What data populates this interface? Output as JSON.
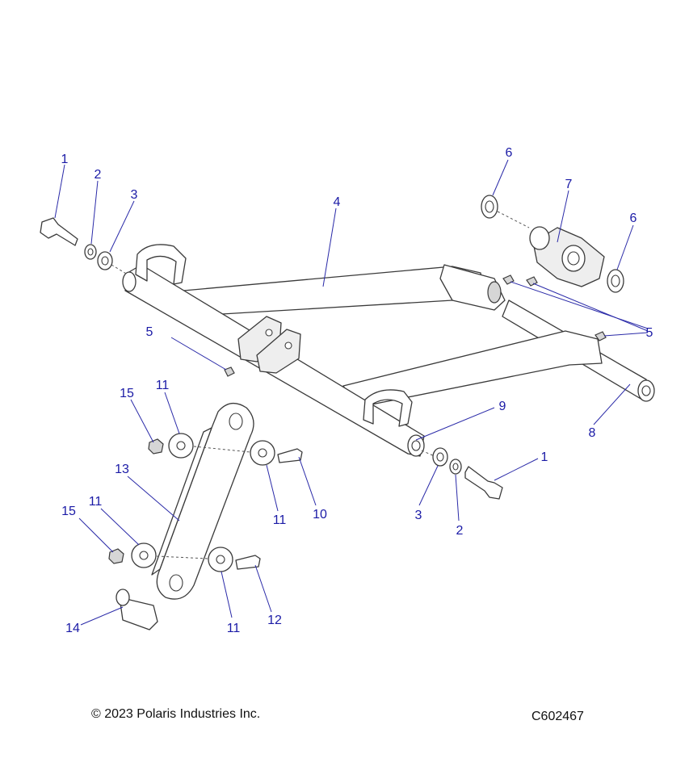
{
  "copyright": "© 2023 Polaris Industries Inc.",
  "figure_id": "C602467",
  "callouts": [
    {
      "key": "c1a",
      "label": "1"
    },
    {
      "key": "c2a",
      "label": "2"
    },
    {
      "key": "c3a",
      "label": "3"
    },
    {
      "key": "c4",
      "label": "4"
    },
    {
      "key": "c5a",
      "label": "5"
    },
    {
      "key": "c6a",
      "label": "6"
    },
    {
      "key": "c7",
      "label": "7"
    },
    {
      "key": "c6b",
      "label": "6"
    },
    {
      "key": "c5b",
      "label": "5"
    },
    {
      "key": "c8",
      "label": "8"
    },
    {
      "key": "c9",
      "label": "9"
    },
    {
      "key": "c1b",
      "label": "1"
    },
    {
      "key": "c3b",
      "label": "3"
    },
    {
      "key": "c2b",
      "label": "2"
    },
    {
      "key": "c15a",
      "label": "15"
    },
    {
      "key": "c11a",
      "label": "11"
    },
    {
      "key": "c13",
      "label": "13"
    },
    {
      "key": "c11b",
      "label": "11"
    },
    {
      "key": "c10",
      "label": "10"
    },
    {
      "key": "c15b",
      "label": "15"
    },
    {
      "key": "c11c",
      "label": "11"
    },
    {
      "key": "c14",
      "label": "14"
    },
    {
      "key": "c11d",
      "label": "11"
    },
    {
      "key": "c12",
      "label": "12"
    }
  ]
}
